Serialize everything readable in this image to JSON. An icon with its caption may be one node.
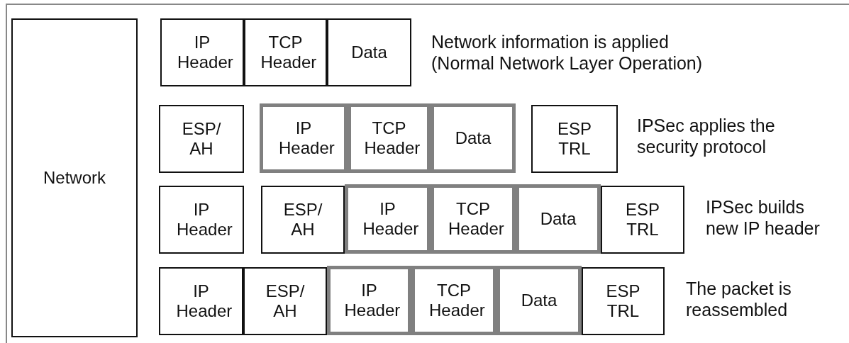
{
  "diagram": {
    "nodes": [
      {
        "text": [
          "Network"
        ]
      },
      {
        "text": [
          "IP Header"
        ]
      },
      {
        "text": [
          "TCP Header"
        ]
      },
      {
        "text": [
          "Data"
        ]
      },
      {
        "text": [
          "ESP/ AH"
        ]
      },
      {
        "text": [
          "IP Header"
        ]
      },
      {
        "text": [
          "TCP Header"
        ]
      },
      {
        "text": [
          "Data"
        ]
      },
      {
        "text": [
          "ESP TRL"
        ]
      },
      {
        "text": [
          "IP Header"
        ]
      },
      {
        "text": [
          "ESP/ AH"
        ]
      },
      {
        "text": [
          "IP Header"
        ]
      },
      {
        "text": [
          "TCP Header"
        ]
      },
      {
        "text": [
          "Data"
        ]
      },
      {
        "text": [
          "ESP TRL"
        ]
      },
      {
        "text": [
          "IP Header"
        ]
      },
      {
        "text": [
          "ESP/ AH"
        ]
      },
      {
        "text": [
          "IP Header"
        ]
      },
      {
        "text": [
          "TCP Header"
        ]
      },
      {
        "text": [
          "Data"
        ]
      },
      {
        "text": [
          "ESP TRL"
        ]
      }
    ],
    "edges": [],
    "labels": [
      "Network information is applied (Normal Network Layer Operation)",
      "IPSec applies the security protocol",
      "IPSec builds new IP header",
      "The packet is reassembled"
    ]
  }
}
